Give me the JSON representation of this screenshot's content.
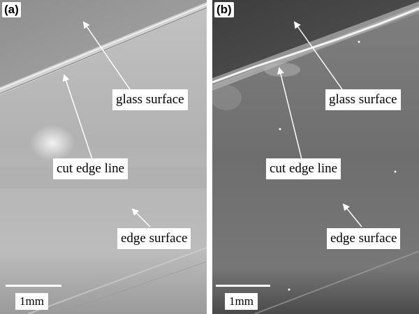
{
  "panels": [
    {
      "tag": "(a)",
      "labels": {
        "glass_surface": "glass surface",
        "cut_edge_line": "cut edge line",
        "edge_surface": "edge surface"
      },
      "scale_bar": "1mm"
    },
    {
      "tag": "(b)",
      "labels": {
        "glass_surface": "glass surface",
        "cut_edge_line": "cut edge line",
        "edge_surface": "edge surface"
      },
      "scale_bar": "1mm"
    }
  ],
  "colors": {
    "panel_a_tone": "#b4b4b4",
    "panel_b_tone": "#6c6c6c",
    "arrow": "#ffffff",
    "label_bg": "#ffffff"
  }
}
